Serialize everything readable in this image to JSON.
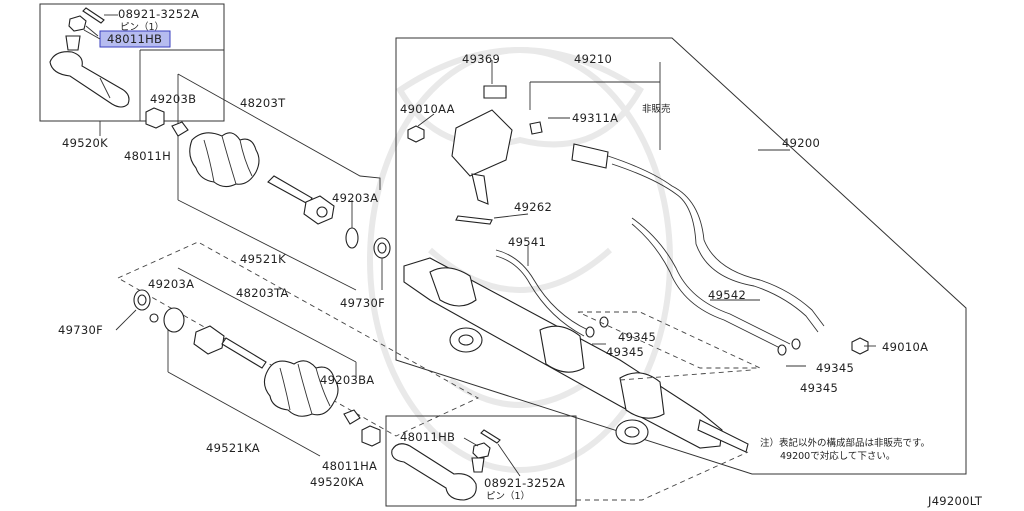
{
  "labels": {
    "p08921_top": "08921-3252A",
    "pin_top": "ピン（1）",
    "p48011HB_top": "48011HB",
    "p49520K": "49520K",
    "p49203B": "49203B",
    "p48203T": "48203T",
    "p48011H": "48011H",
    "p49203A_r": "49203A",
    "p49521K": "49521K",
    "p49730F_r": "49730F",
    "p49203A_l": "49203A",
    "p48203TA": "48203TA",
    "p49730F_l": "49730F",
    "p49203BA": "49203BA",
    "p49521KA": "49521KA",
    "p48011HA": "48011HA",
    "p48011HB_bot": "48011HB",
    "p49520KA": "49520KA",
    "p08921_bot": "08921-3252A",
    "pin_bot": "ピン（1）",
    "p49369": "49369",
    "p49210": "49210",
    "p49010AA": "49010AA",
    "p49311A": "49311A",
    "not_for_sale": "非販売",
    "p49200": "49200",
    "p49262": "49262",
    "p49541": "49541",
    "p49542": "49542",
    "p49345_a": "49345",
    "p49345_b": "49345",
    "p49345_c": "49345",
    "p49345_d": "49345",
    "p49010A": "49010A",
    "note_line1": "注）表記以外の構成部品は非販売です。",
    "note_line2": "49200で対応して下さい。",
    "diagram_id": "J49200LT"
  },
  "colors": {
    "highlight_fill": "#b6bcf0",
    "highlight_stroke": "#3a3fbf",
    "line": "#333333"
  }
}
